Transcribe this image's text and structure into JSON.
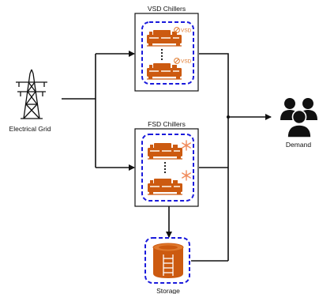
{
  "diagram": {
    "grid_label": "Electrical Grid",
    "vsd_title": "VSD Chillers",
    "fsd_title": "FSD Chillers",
    "demand_label": "Demand",
    "storage_label": "Storage",
    "vsd_badge": "VSD",
    "icons": [
      "transmission-tower-icon",
      "chiller-icon",
      "vsd-badge-icon",
      "snowflake-icon",
      "storage-tank-icon",
      "people-icon"
    ],
    "colors": {
      "accent_orange": "#cc5a10",
      "dashed_blue": "#1a1adc",
      "lines": "#111111",
      "vsd_badge": "#e07a2e",
      "snowflake": "#f08a5a"
    }
  }
}
